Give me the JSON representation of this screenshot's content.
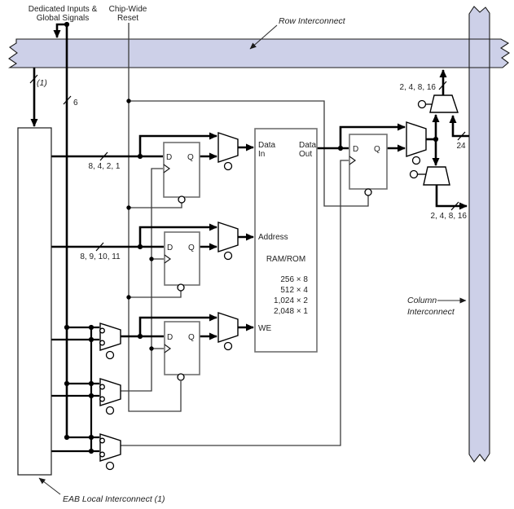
{
  "colors": {
    "interconnect_fill": "#cdd0e8",
    "outline": "#1a1a1a",
    "box_stroke": "#707070"
  },
  "annotations": {
    "dedicated_inputs_line1": "Dedicated Inputs &",
    "dedicated_inputs_line2": "Global Signals",
    "chip_wide_reset_line1": "Chip-Wide",
    "chip_wide_reset_line2": "Reset",
    "row_interconnect": "Row Interconnect",
    "column_interconnect_line1": "Column",
    "column_interconnect_line2": "Interconnect",
    "eab_local_interconnect": "EAB Local Interconnect (1)"
  },
  "bus_widths": {
    "eab_input": "(1)",
    "dedicated": "6",
    "data_in": "8, 4, 2, 1",
    "address": "8, 9, 10, 11",
    "row_output": "2, 4, 8, 16",
    "column_input": "24",
    "column_output": "2, 4, 8, 16"
  },
  "ram_block": {
    "title": "RAM/ROM",
    "sizes": [
      "256 × 8",
      "512 × 4",
      "1,024 × 2",
      "2,048 × 1"
    ],
    "ports": {
      "data_in_line1": "Data",
      "data_in_line2": "In",
      "data_out_line1": "Data",
      "data_out_line2": "Out",
      "address": "Address",
      "we": "WE"
    }
  },
  "flip_flop": {
    "d": "D",
    "q": "Q"
  }
}
